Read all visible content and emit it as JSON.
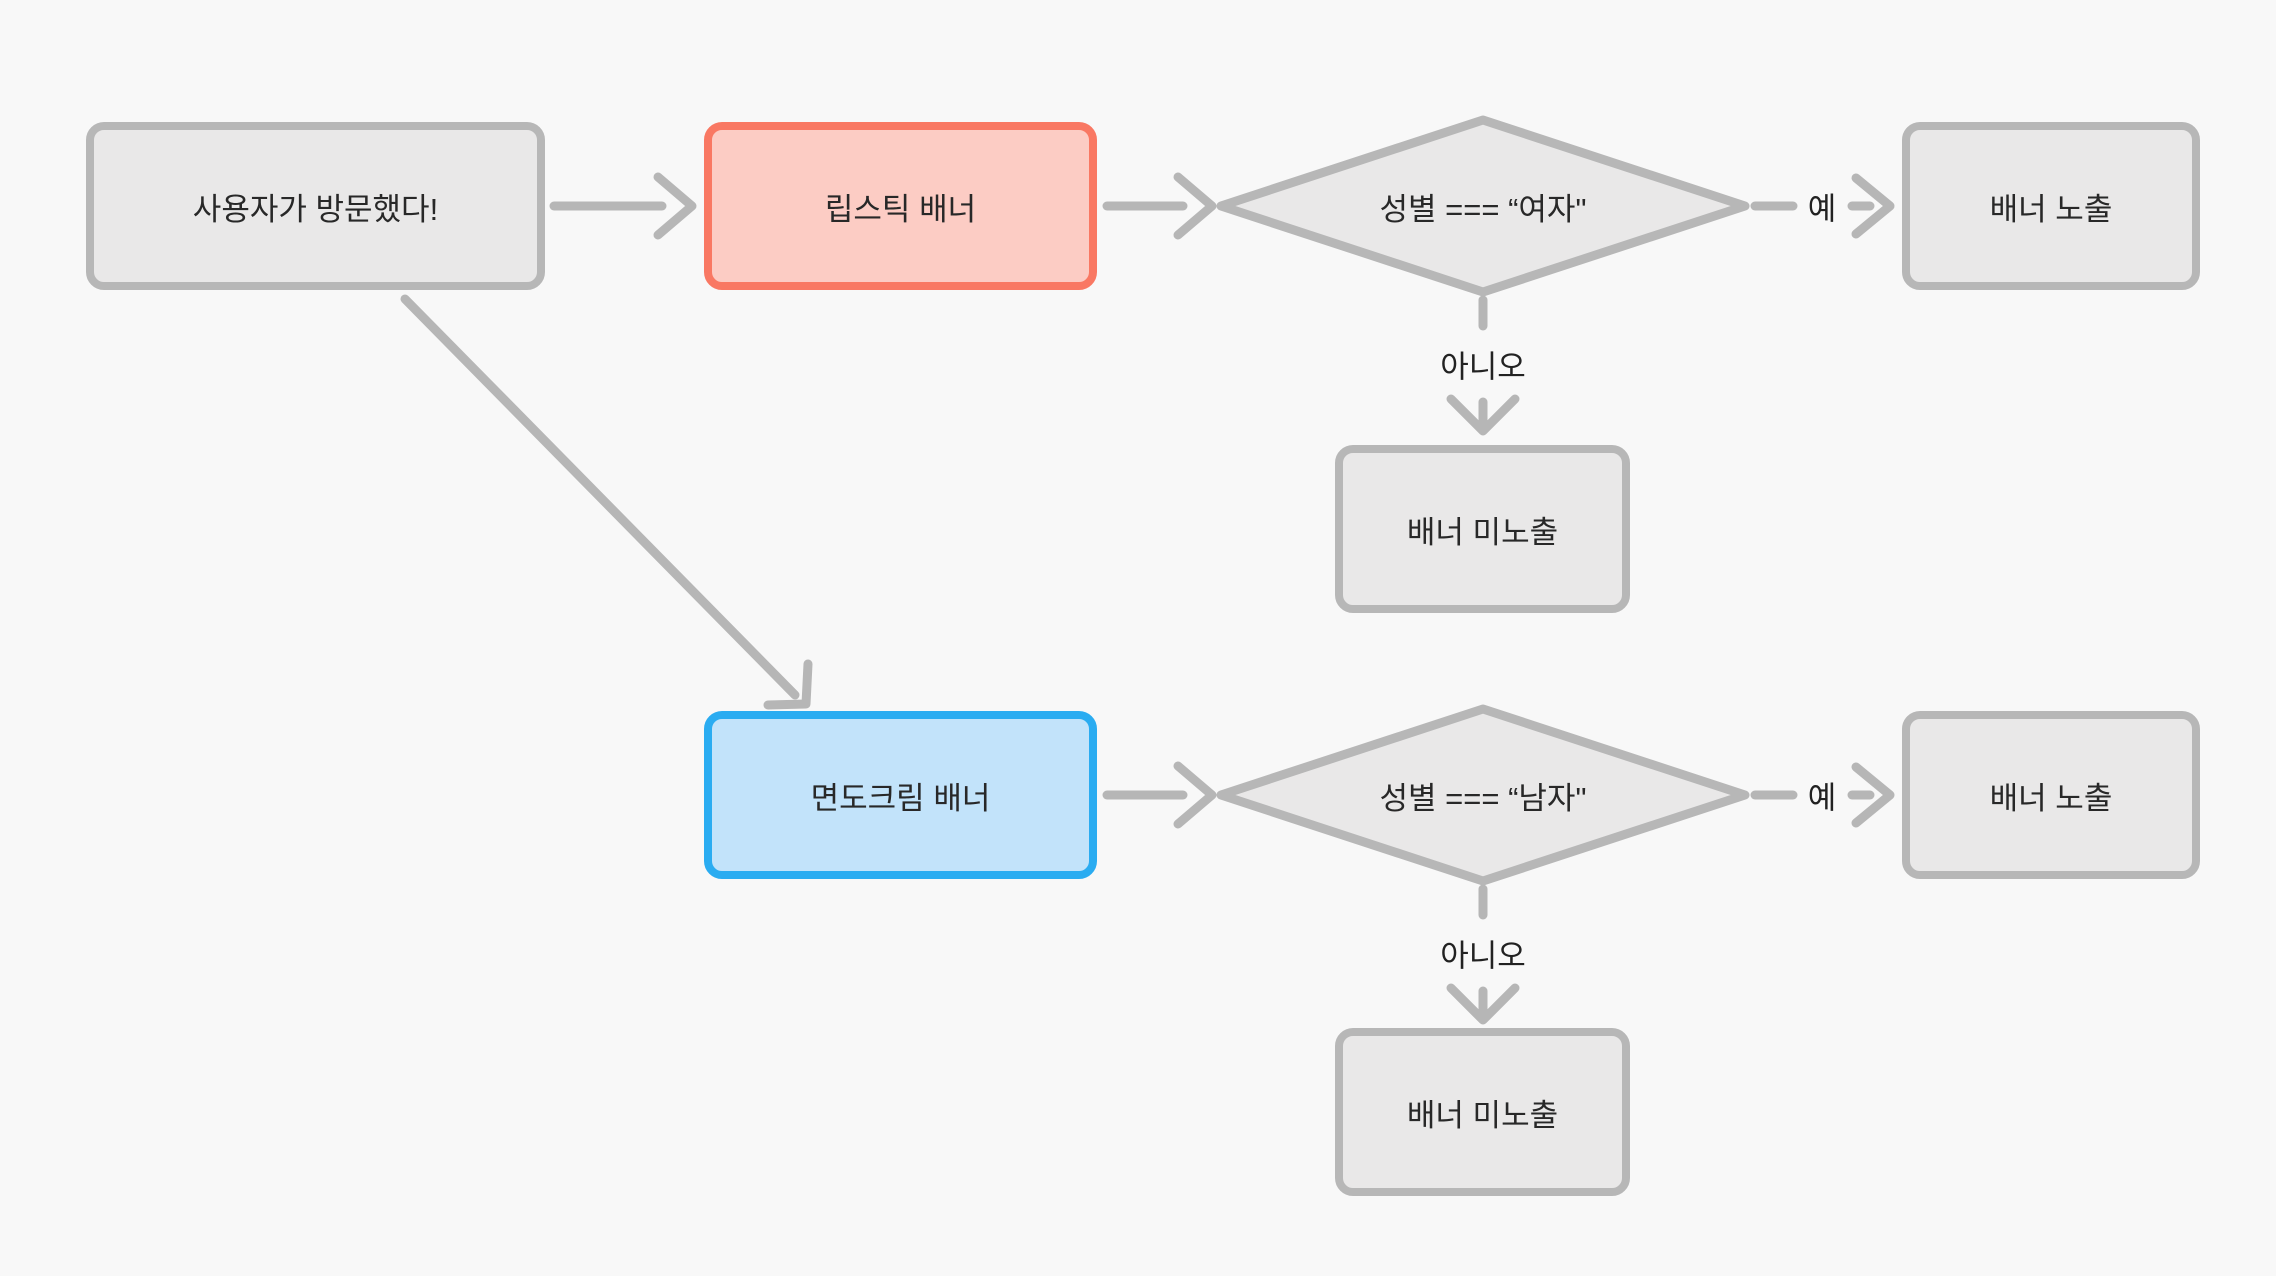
{
  "diagram_title": "banner-display-flowchart",
  "nodes": {
    "start": {
      "label": "사용자가 방문했다!"
    },
    "lipstick_banner": {
      "label": "립스틱 배너"
    },
    "check_female": {
      "label": "성별 === “여자\""
    },
    "show_banner_top": {
      "label": "배너 노출"
    },
    "hide_banner_top": {
      "label": "배너 미노출"
    },
    "shaving_banner": {
      "label": "면도크림 배너"
    },
    "check_male": {
      "label": "성별 === “남자\""
    },
    "show_banner_bottom": {
      "label": "배너 노출"
    },
    "hide_banner_bottom": {
      "label": "배너 미노출"
    }
  },
  "edges": {
    "yes_top": {
      "label": "예"
    },
    "no_top": {
      "label": "아니오"
    },
    "yes_bottom": {
      "label": "예"
    },
    "no_bottom": {
      "label": "아니오"
    }
  },
  "palette": {
    "background": "#f8f8f8",
    "node_fill": "#e9e8e8",
    "node_border": "#b7b7b7",
    "highlight_red_border": "#f97863",
    "highlight_red_fill": "#fcccc4",
    "highlight_blue_border": "#2aacf1",
    "highlight_blue_fill": "#c2e3fa",
    "connector": "#b6b6b6",
    "text": "#282828"
  }
}
